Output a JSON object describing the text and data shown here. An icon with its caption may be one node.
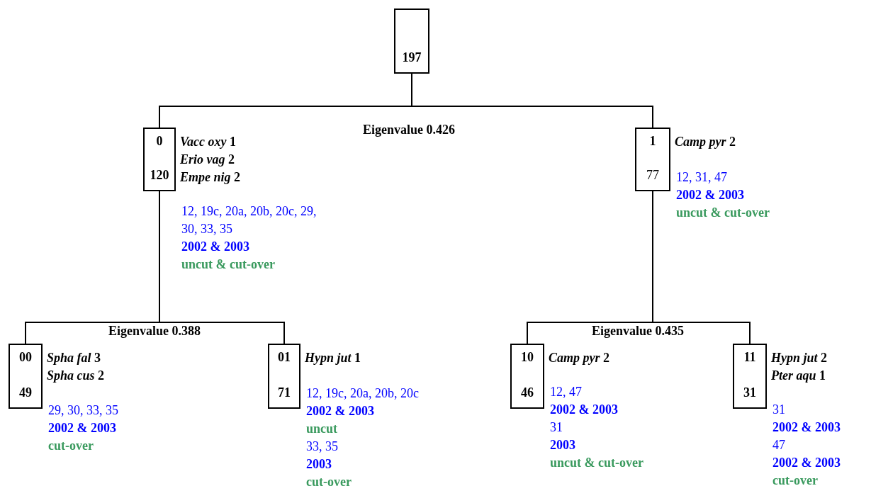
{
  "diagram": {
    "nodes": [
      {
        "text": [
          "197"
        ]
      },
      {
        "text": [
          "0",
          "120"
        ],
        "beside": [
          "*Vacc oxy* 1",
          "*Erio vag* 2",
          "*Empe nig* 2",
          "12, 19c, 20a, 20b, 20c, 29, 30, 33, 35",
          "2002 & 2003",
          "uncut & cut-over"
        ]
      },
      {
        "text": [
          "1",
          "77"
        ],
        "beside": [
          "*Camp pyr* 2",
          "12, 31, 47",
          "2002 & 2003",
          "uncut & cut-over"
        ]
      },
      {
        "text": [
          "00",
          "49"
        ],
        "beside": [
          "*Spha fal* 3",
          "*Spha cus* 2",
          "29, 30, 33, 35",
          "2002 & 2003",
          "cut-over"
        ]
      },
      {
        "text": [
          "01",
          "71"
        ],
        "beside": [
          "*Hypn jut* 1",
          "12, 19c, 20a, 20b, 20c",
          "2002 & 2003",
          "uncut",
          "33, 35",
          "2003",
          "cut-over"
        ]
      },
      {
        "text": [
          "10",
          "46"
        ],
        "beside": [
          "*Camp pyr* 2",
          "12, 47",
          "2002 & 2003",
          "31",
          "2003",
          "uncut & cut-over"
        ]
      },
      {
        "text": [
          "11",
          "31"
        ],
        "beside": [
          "*Hypn jut* 2",
          "*Pter aqu* 1",
          "31",
          "2002 & 2003",
          "47",
          "2002 & 2003",
          "cut-over"
        ]
      }
    ],
    "edges": [
      {
        "from": 0,
        "to": 1,
        "arrow": "none"
      },
      {
        "from": 0,
        "to": 2,
        "arrow": "none"
      },
      {
        "from": 1,
        "to": 3,
        "arrow": "none"
      },
      {
        "from": 1,
        "to": 4,
        "arrow": "none"
      },
      {
        "from": 2,
        "to": 5,
        "arrow": "none"
      },
      {
        "from": 2,
        "to": 6,
        "arrow": "none"
      }
    ],
    "labels": [
      "Eigenvalue 0.426",
      "Eigenvalue 0.388",
      "Eigenvalue 0.435"
    ]
  }
}
